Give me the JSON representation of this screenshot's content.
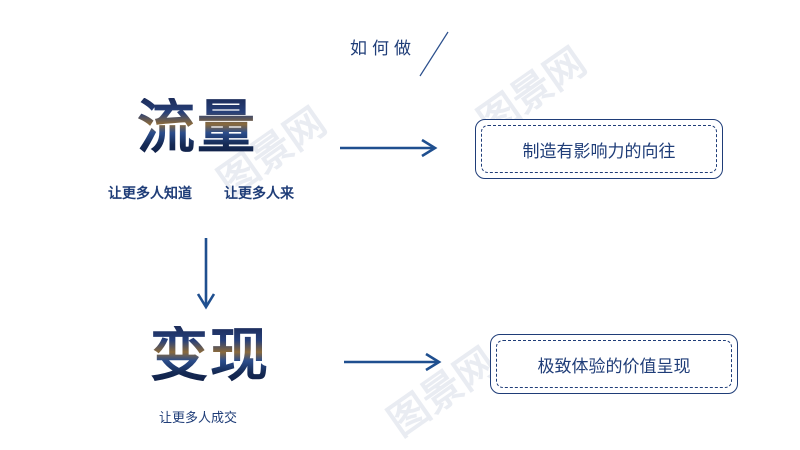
{
  "header": {
    "title": "如何做"
  },
  "traffic": {
    "title": "流量",
    "subtitle_1": "让更多人知道",
    "subtitle_2": "让更多人来",
    "result": "制造有影响力的向往"
  },
  "monetize": {
    "title": "变现",
    "subtitle": "让更多人成交",
    "result": "极致体验的价值呈现"
  },
  "watermark": "图景网",
  "colors": {
    "primary": "#1f3d78",
    "arrow": "#1f4f8f"
  }
}
